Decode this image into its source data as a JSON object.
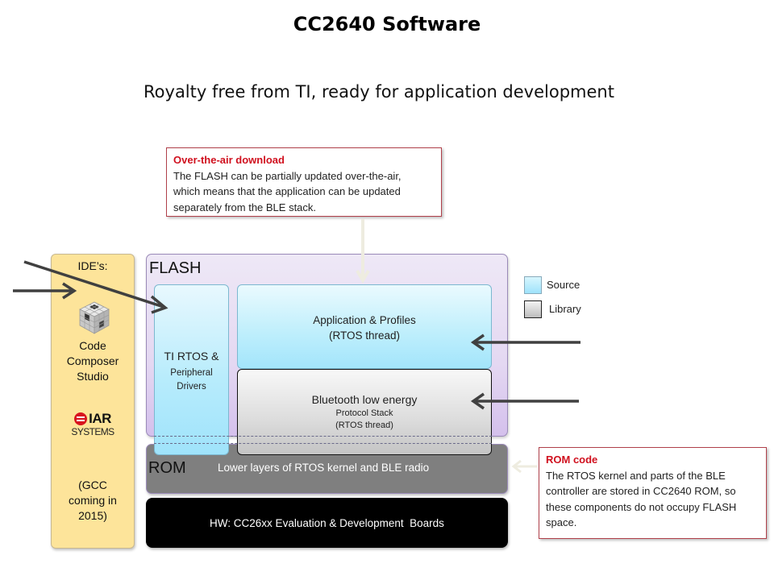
{
  "slide": {
    "title": "CC2640 Software",
    "subtitle": "Royalty free from TI, ready for application development"
  },
  "callouts": {
    "ota": {
      "title": "Over-the-air download",
      "lines": [
        "The FLASH can be partially updated over-the-air,",
        "which means that the application can be updated",
        "separately from the BLE stack."
      ]
    },
    "rom_code": {
      "title": "ROM code",
      "lines": [
        "The RTOS kernel and parts of the BLE",
        "controller are stored in CC2640 ROM, so",
        "these components do not occupy FLASH",
        "space."
      ]
    }
  },
  "ide_panel": {
    "label": "IDE’s:",
    "ccs": {
      "icon": "ccs-cube-icon",
      "lines": [
        "Code",
        "Composer",
        "Studio"
      ]
    },
    "iar": {
      "icon": "iar-logo-icon",
      "word": "IAR",
      "sub": "SYSTEMS"
    },
    "gcc_lines": [
      "(GCC",
      "coming in",
      "2015)"
    ]
  },
  "layers": {
    "flash": {
      "label": "FLASH",
      "ti_rtos": {
        "line1": "TI RTOS &",
        "line2": "Peripheral",
        "line3": "Drivers"
      },
      "app": {
        "line1": "Application & Profiles",
        "line2": "(RTOS thread)"
      },
      "ble": {
        "line1": "Bluetooth low energy",
        "line2": "Protocol Stack",
        "line3": "(RTOS thread)"
      }
    },
    "rom": {
      "label": "ROM",
      "text": "Lower layers of RTOS kernel and BLE radio"
    },
    "hw": {
      "text": "HW: CC26xx Evaluation & Development  Boards"
    }
  },
  "legend": {
    "items": [
      {
        "label": "Source",
        "color": "#b8ecfc"
      },
      {
        "label": "Library",
        "color": "#d8d8d8"
      }
    ]
  },
  "colors": {
    "callout_title": "#d0101e",
    "ide_panel": "#fde49a",
    "flash": "#e4d8f2",
    "rom": "#7f7f7f",
    "hw": "#000000",
    "source": "#b8ecfc",
    "library": "#d8d8d8",
    "arrow": "#404040"
  }
}
